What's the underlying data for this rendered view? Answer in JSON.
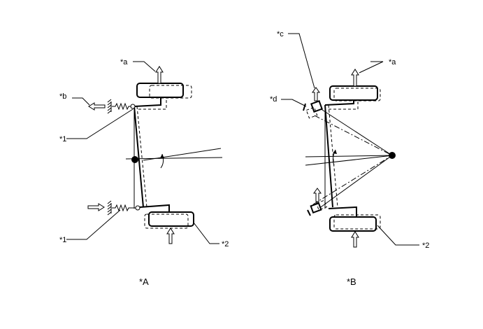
{
  "diagram": {
    "panel_a": {
      "label": "*A",
      "callouts": {
        "a": "*a",
        "b": "*b",
        "one_upper": "*1",
        "one_lower": "*1",
        "two": "*2"
      }
    },
    "panel_b": {
      "label": "*B",
      "callouts": {
        "a": "*a",
        "c": "*c",
        "d": "*d",
        "two": "*2"
      }
    }
  }
}
